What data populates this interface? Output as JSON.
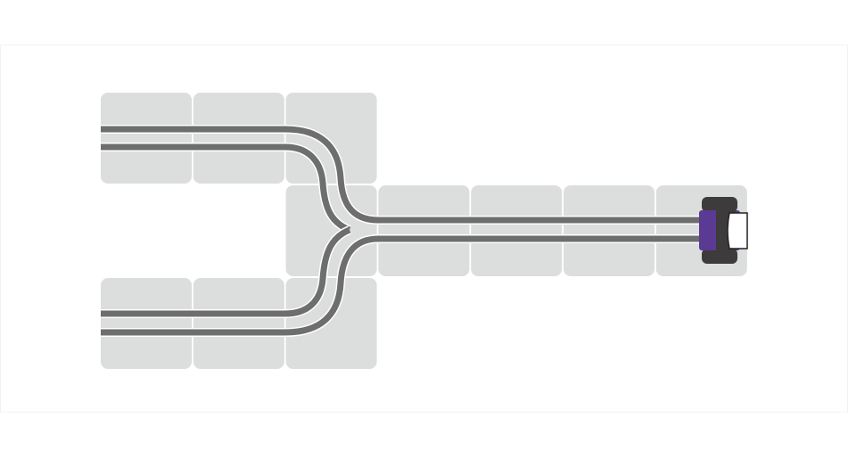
{
  "diagram": {
    "type": "track-layout",
    "colors": {
      "tile": "#dcdddd",
      "rail": "#6e6e6e",
      "rail_edge": "#ffffff",
      "car_body": "#5b3a93",
      "car_wheels": "#3d3b3b",
      "car_window": "#ffffff"
    },
    "tiles": [
      {
        "row": 0,
        "col": 0,
        "kind": "straight"
      },
      {
        "row": 0,
        "col": 1,
        "kind": "straight"
      },
      {
        "row": 0,
        "col": 2,
        "kind": "curve"
      },
      {
        "row": 1,
        "col": 2,
        "kind": "junction"
      },
      {
        "row": 1,
        "col": 3,
        "kind": "straight"
      },
      {
        "row": 1,
        "col": 4,
        "kind": "straight"
      },
      {
        "row": 1,
        "col": 5,
        "kind": "straight"
      },
      {
        "row": 1,
        "col": 6,
        "kind": "straight"
      },
      {
        "row": 2,
        "col": 0,
        "kind": "straight"
      },
      {
        "row": 2,
        "col": 1,
        "kind": "straight"
      },
      {
        "row": 2,
        "col": 2,
        "kind": "curve"
      }
    ],
    "car": {
      "row": 1,
      "col": 6,
      "facing": "right"
    }
  }
}
